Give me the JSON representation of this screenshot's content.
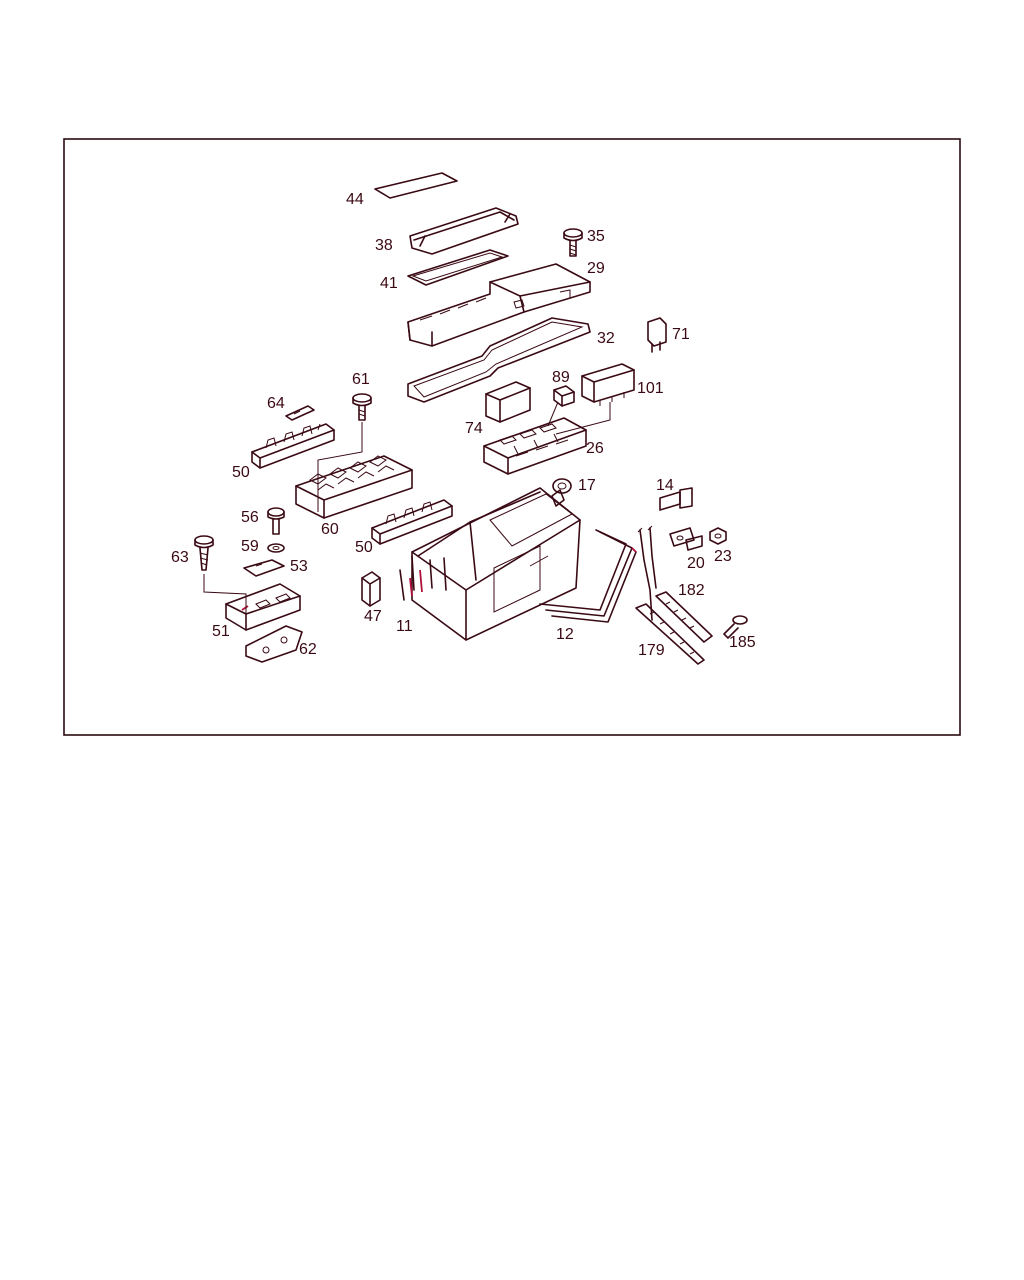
{
  "diagram": {
    "colors": {
      "ink": "#3a0a14",
      "accent": "#b0103a",
      "frame": "#2a0a10"
    },
    "labels": {
      "p44": "44",
      "p38": "38",
      "p35": "35",
      "p41": "41",
      "p29": "29",
      "p32": "32",
      "p71": "71",
      "p61": "61",
      "p89": "89",
      "p101": "101",
      "p64": "64",
      "p74": "74",
      "p26": "26",
      "p50a": "50",
      "p17": "17",
      "p14": "14",
      "p56": "56",
      "p60": "60",
      "p59": "59",
      "p50b": "50",
      "p20": "20",
      "p23": "23",
      "p63": "63",
      "p53": "53",
      "p182": "182",
      "p47": "47",
      "p11": "11",
      "p185": "185",
      "p51": "51",
      "p12": "12",
      "p62": "62",
      "p179": "179"
    }
  }
}
